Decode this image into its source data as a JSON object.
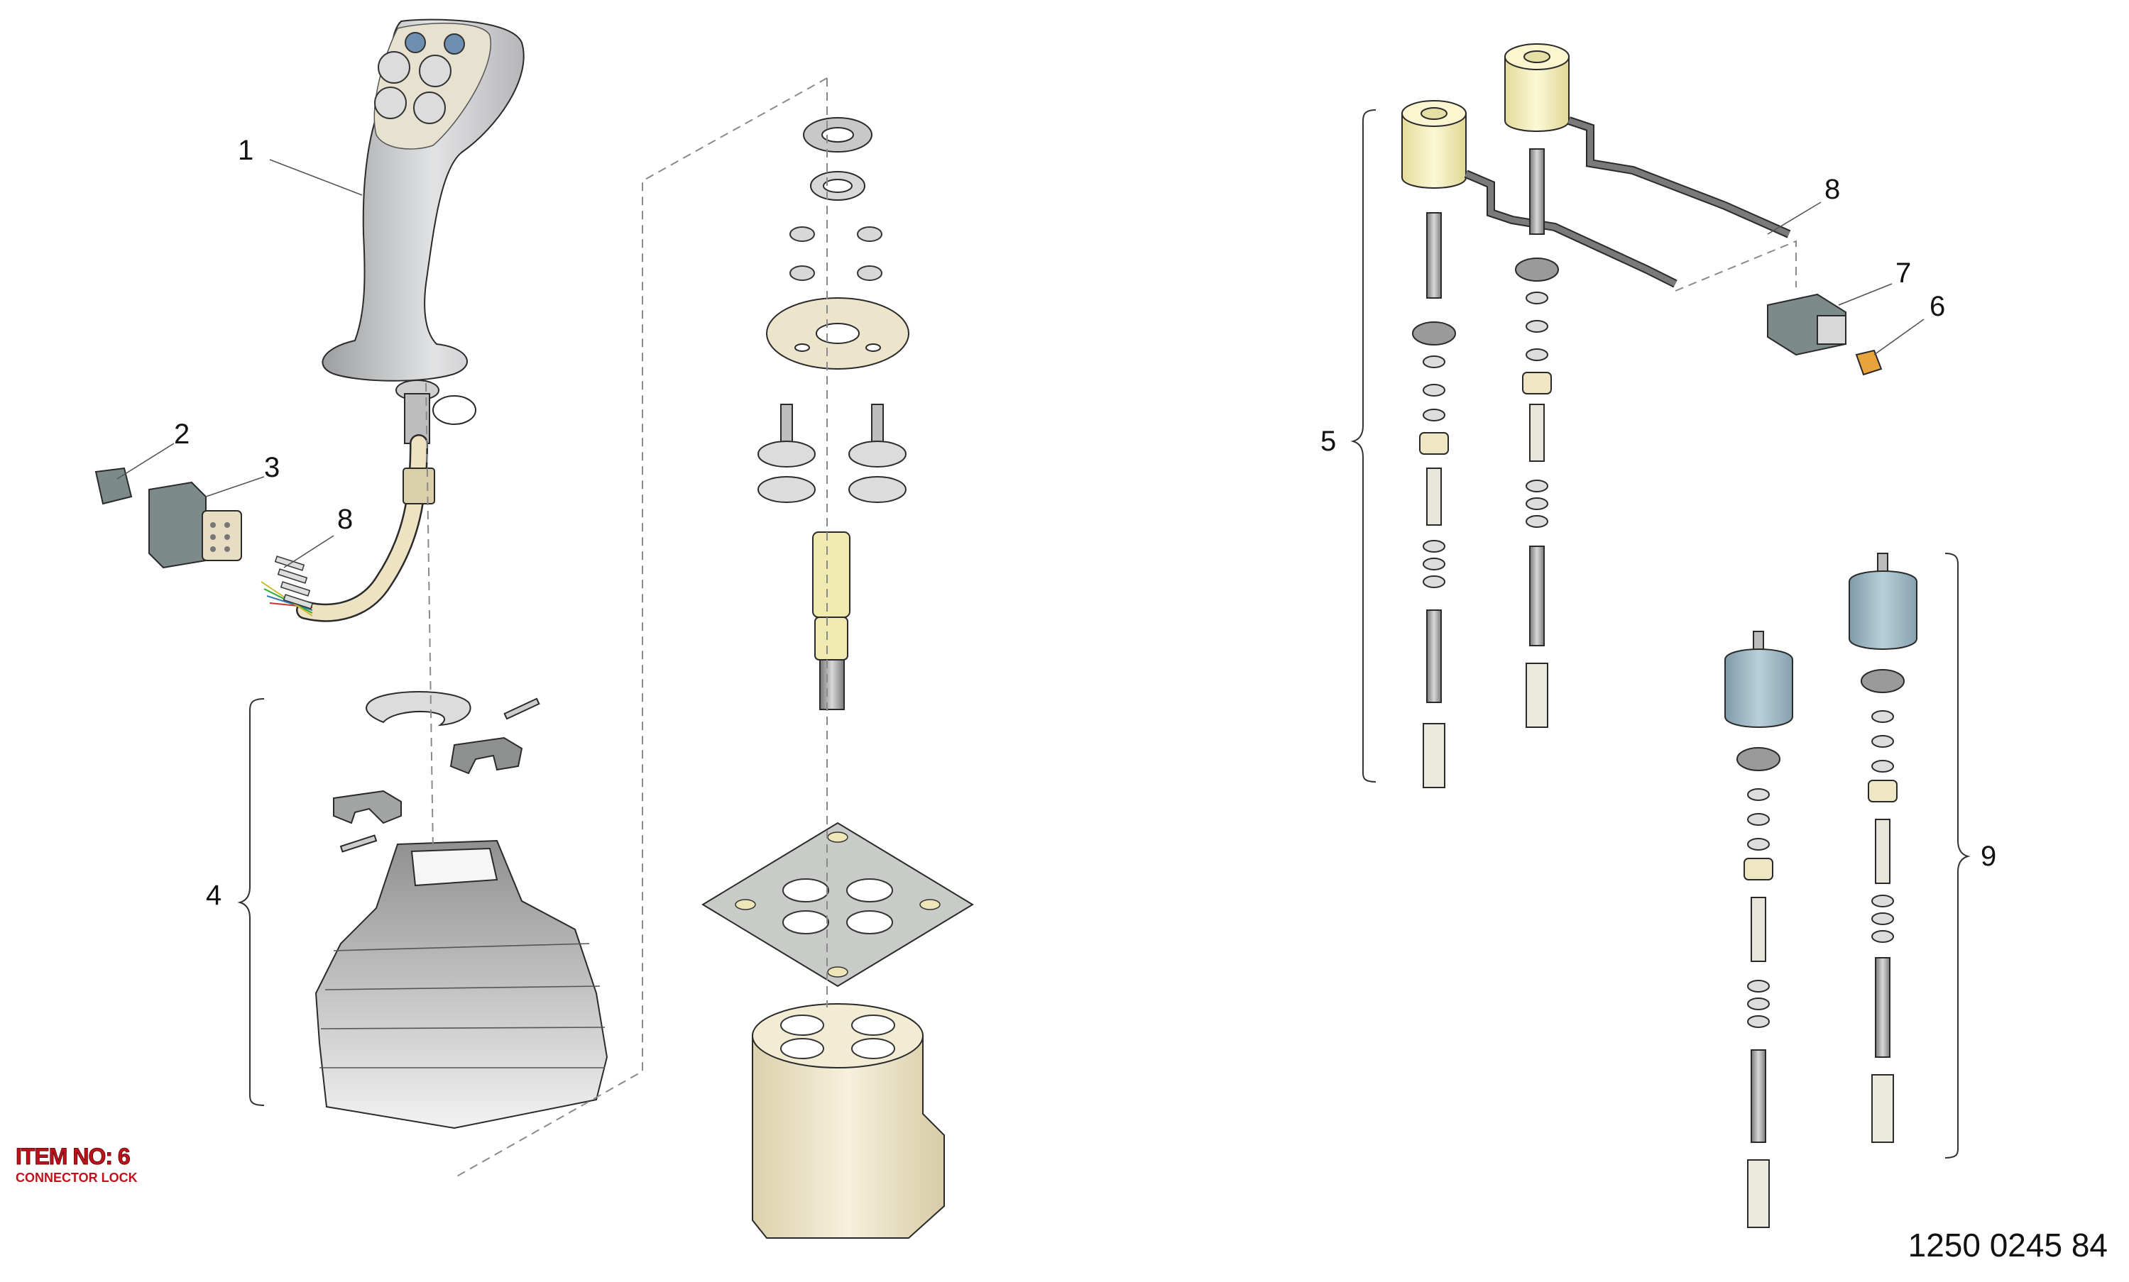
{
  "callouts": {
    "c1": "1",
    "c2": "2",
    "c3": "3",
    "c4": "4",
    "c5": "5",
    "c6": "6",
    "c7": "7",
    "c8a": "8",
    "c8b": "8",
    "c9": "9"
  },
  "legend": {
    "item_no": "ITEM NO: 6",
    "description": "CONNECTOR LOCK"
  },
  "document_number": "1250 0245 84",
  "colors": {
    "handle_gray": "#c9cacb",
    "boot_gray": "#9a9b9c",
    "housing_cream": "#efe7cf",
    "cap_yellow": "#f3eec0",
    "pilot_blue": "#9fb9c6",
    "connector_gray": "#7d8a8a",
    "lock_orange": "#e8a33a",
    "highlight_red": "#c0121b"
  },
  "icons": {
    "joystick_button": "round-push-button"
  }
}
